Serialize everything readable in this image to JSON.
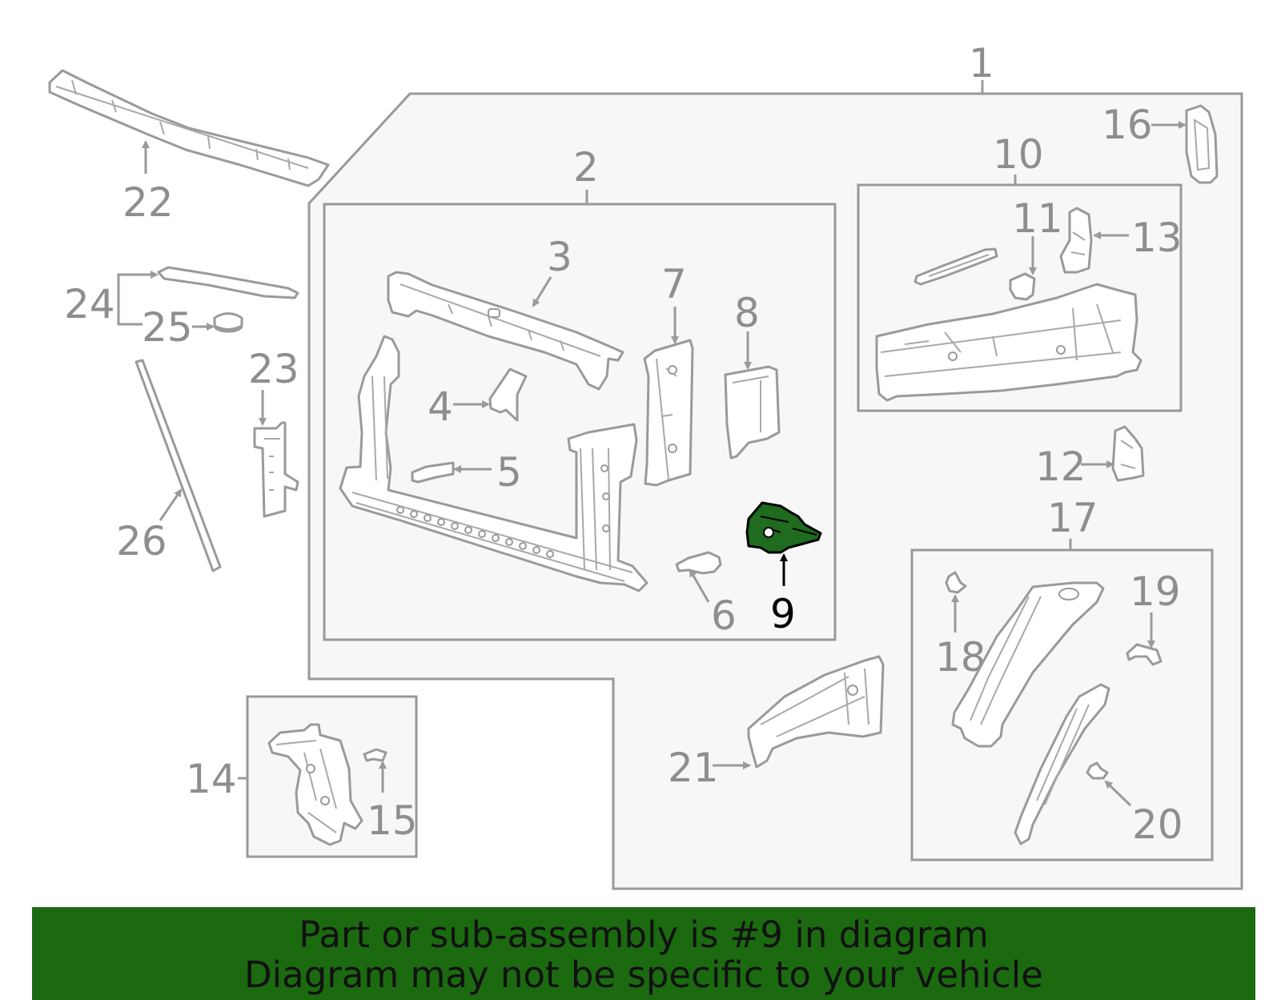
{
  "highlight": {
    "callout": "9",
    "color": "#1f6b1f"
  },
  "callouts": {
    "c1": "1",
    "c2": "2",
    "c3": "3",
    "c4": "4",
    "c5": "5",
    "c6": "6",
    "c7": "7",
    "c8": "8",
    "c9": "9",
    "c10": "10",
    "c11": "11",
    "c12": "12",
    "c13": "13",
    "c14": "14",
    "c15": "15",
    "c16": "16",
    "c17": "17",
    "c18": "18",
    "c19": "19",
    "c20": "20",
    "c21": "21",
    "c22": "22",
    "c23": "23",
    "c24": "24",
    "c25": "25",
    "c26": "26"
  },
  "banner": {
    "line1": "Part or sub-assembly is #9 in diagram",
    "line2": "Diagram may not be specific to your vehicle",
    "background": "#1b6a10"
  }
}
